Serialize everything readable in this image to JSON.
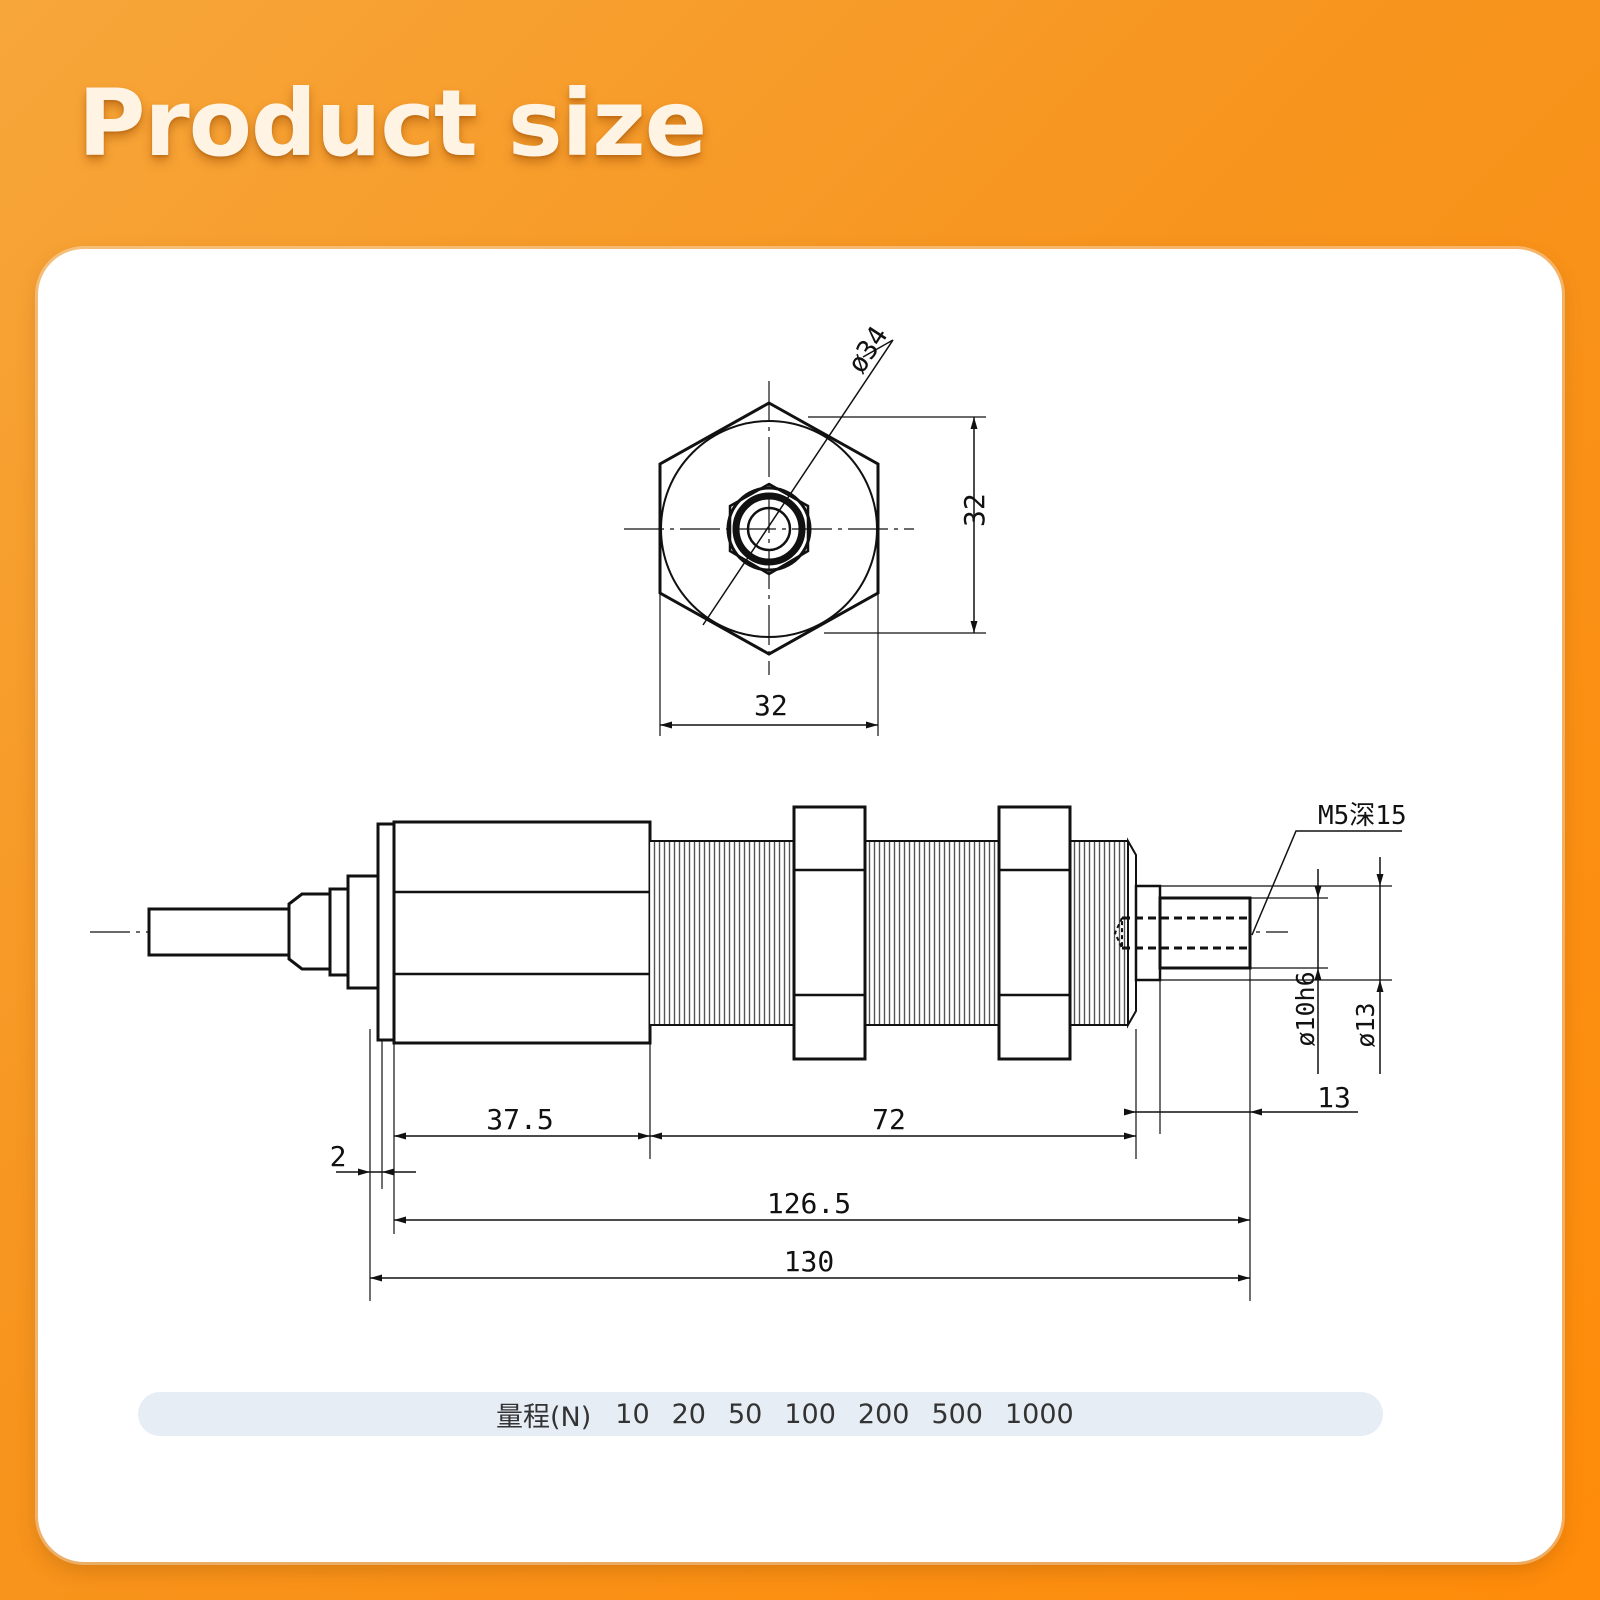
{
  "header": {
    "title": "Product size"
  },
  "drawing": {
    "end_view": {
      "dim_diagonal": "ø34",
      "dim_height": "32",
      "dim_width": "32"
    },
    "side_view": {
      "dim_body": "37.5",
      "dim_thread": "72",
      "dim_flange": "2",
      "dim_overall_inner": "126.5",
      "dim_overall": "130",
      "dim_probe_length": "13",
      "dim_probe_dia": "ø10h6",
      "dim_step_dia": "ø13",
      "thread_callout": "M5深15"
    }
  },
  "range": {
    "label": "量程(N)",
    "values": [
      "10",
      "20",
      "50",
      "100",
      "200",
      "500",
      "1000"
    ]
  }
}
